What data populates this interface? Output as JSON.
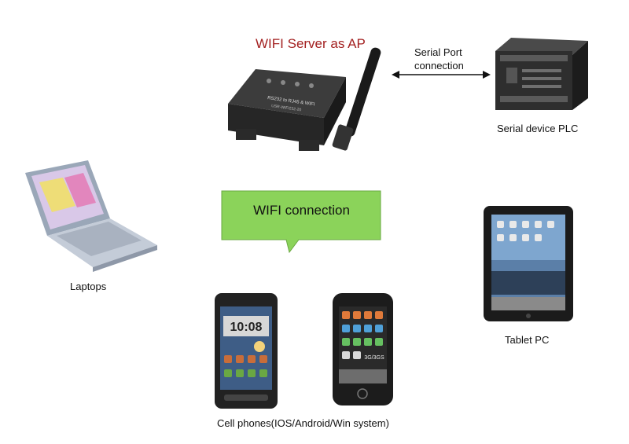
{
  "title": "WIFI Server as AP",
  "serial_link": {
    "line1": "Serial Port",
    "line2": "connection"
  },
  "devices": {
    "plc": "Serial device PLC",
    "laptop": "Laptops",
    "tablet": "Tablet PC",
    "phones": "Cell phones(IOS/Android/Win system)"
  },
  "wifi_bubble": "WIFI connection",
  "device_text": {
    "server_main": "RS232 to RJ45 & WIFI",
    "server_sub": "USR-WIFI232-20",
    "clock": "10:08",
    "iphone_badge": "3G/3GS"
  },
  "colors": {
    "title": "#a32020",
    "bubble_fill": "#8bd35a",
    "bubble_stroke": "#6aa843",
    "device_dark": "#222222"
  }
}
